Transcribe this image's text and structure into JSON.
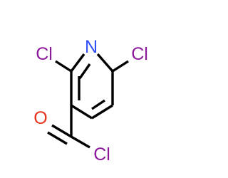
{
  "molecule": {
    "atoms": {
      "nitrogen": {
        "symbol": "N",
        "color": "#3050F8"
      },
      "chlorine_6": {
        "symbol": "Cl",
        "color": "#8B1A9B"
      },
      "chlorine_2": {
        "symbol": "Cl",
        "color": "#8B1A9B"
      },
      "oxygen": {
        "symbol": "O",
        "color": "#E8311A"
      },
      "chlorine_acyl": {
        "symbol": "Cl",
        "color": "#8B1A9B"
      }
    },
    "bond_color": "#000000"
  }
}
